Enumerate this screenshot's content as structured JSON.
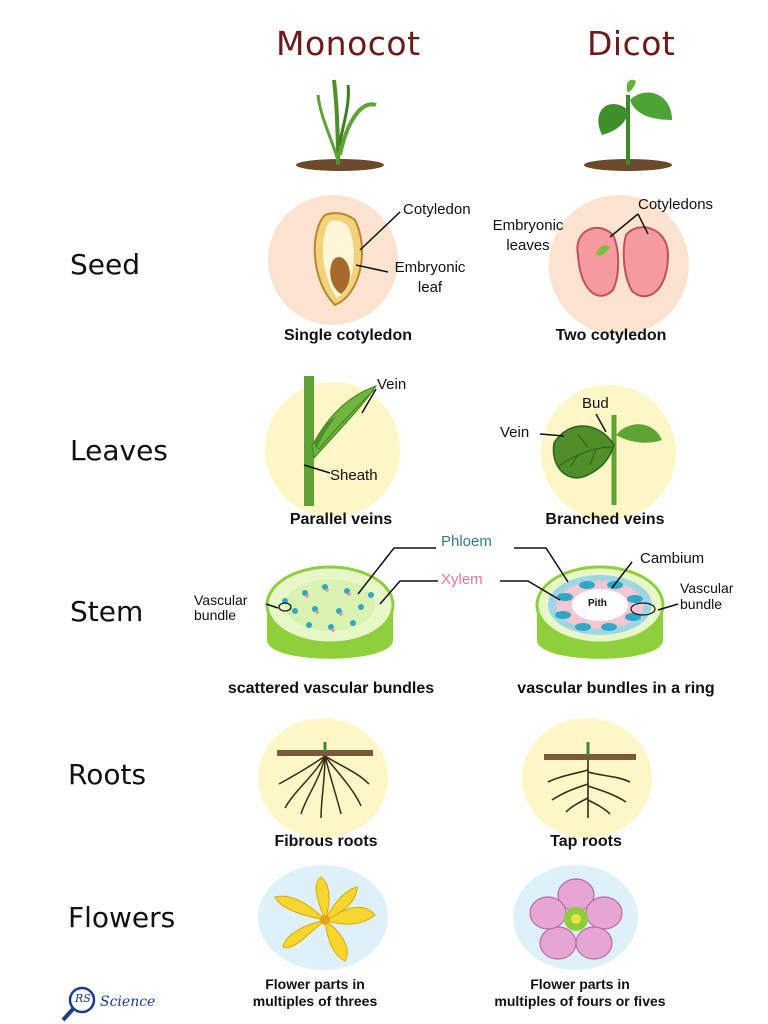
{
  "columns": {
    "monocot": "Monocot",
    "dicot": "Dicot"
  },
  "rows": {
    "seed": "Seed",
    "leaves": "Leaves",
    "stem": "Stem",
    "roots": "Roots",
    "flowers": "Flowers"
  },
  "seed": {
    "mono_cotyledon": "Cotyledon",
    "mono_embryonic_1": "Embryonic",
    "mono_embryonic_2": "leaf",
    "mono_caption": "Single cotyledon",
    "dicot_cotyledons": "Cotyledons",
    "dicot_embryonic_1": "Embryonic",
    "dicot_embryonic_2": "leaves",
    "dicot_caption": "Two cotyledon"
  },
  "leaves": {
    "mono_vein": "Vein",
    "mono_sheath": "Sheath",
    "mono_caption": "Parallel veins",
    "dicot_bud": "Bud",
    "dicot_vein": "Vein",
    "dicot_caption": "Branched veins"
  },
  "stem": {
    "phloem": "Phloem",
    "xylem": "Xylem",
    "mono_vb_1": "Vascular",
    "mono_vb_2": "bundle",
    "cambium": "Cambium",
    "pith": "Pith",
    "dicot_vb_1": "Vascular",
    "dicot_vb_2": "bundle",
    "mono_caption": "scattered vascular bundles",
    "dicot_caption": "vascular bundles in a ring"
  },
  "roots": {
    "mono_caption": "Fibrous roots",
    "dicot_caption": "Tap roots"
  },
  "flowers": {
    "mono_caption_1": "Flower parts in",
    "mono_caption_2": "multiples of threes",
    "dicot_caption_1": "Flower parts in",
    "dicot_caption_2": "multiples of fours or fives"
  },
  "logo": {
    "initials": "RS",
    "text": "Science"
  },
  "colors": {
    "heading": "#6b1a1a",
    "seed_bg": "#fbe3cf",
    "pale_yellow": "#fdf7c6",
    "flower_bg": "#dff1f8",
    "phloem_label": "#2e7e7e",
    "xylem_label": "#e07a8c",
    "stem_green": "#8fcf3c"
  }
}
